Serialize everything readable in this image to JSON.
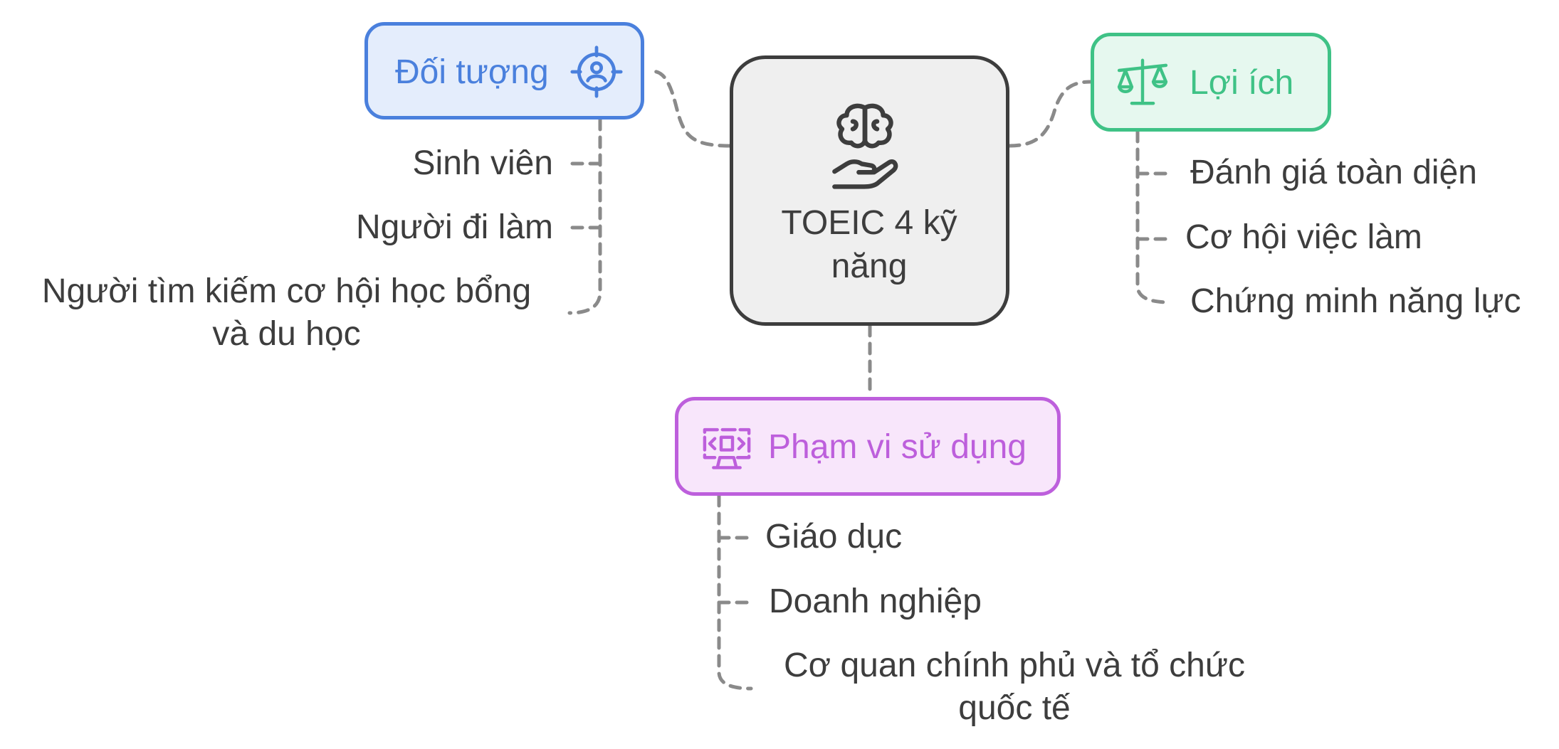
{
  "center": {
    "title": "TOEIC 4 kỹ năng",
    "icon": "brain-hand-icon"
  },
  "branches": {
    "doi_tuong": {
      "title": "Đối tượng",
      "icon": "target-user-icon",
      "color": "#4a80dd",
      "fill": "#e4edfc",
      "items": [
        "Sinh viên",
        "Người đi làm",
        "Người tìm kiếm cơ hội học bổng và du học"
      ]
    },
    "loi_ich": {
      "title": "Lợi ích",
      "icon": "scale-icon",
      "color": "#3fc286",
      "fill": "#e6f8ef",
      "items": [
        "Đánh giá toàn diện",
        "Cơ hội việc làm",
        "Chứng minh năng lực"
      ]
    },
    "pham_vi": {
      "title": "Phạm vi sử dụng",
      "icon": "monitor-code-icon",
      "color": "#bd5fdc",
      "fill": "#f8e6fb",
      "items": [
        "Giáo dục",
        "Doanh nghiệp",
        "Cơ quan chính phủ và tổ chức quốc tế"
      ]
    }
  }
}
